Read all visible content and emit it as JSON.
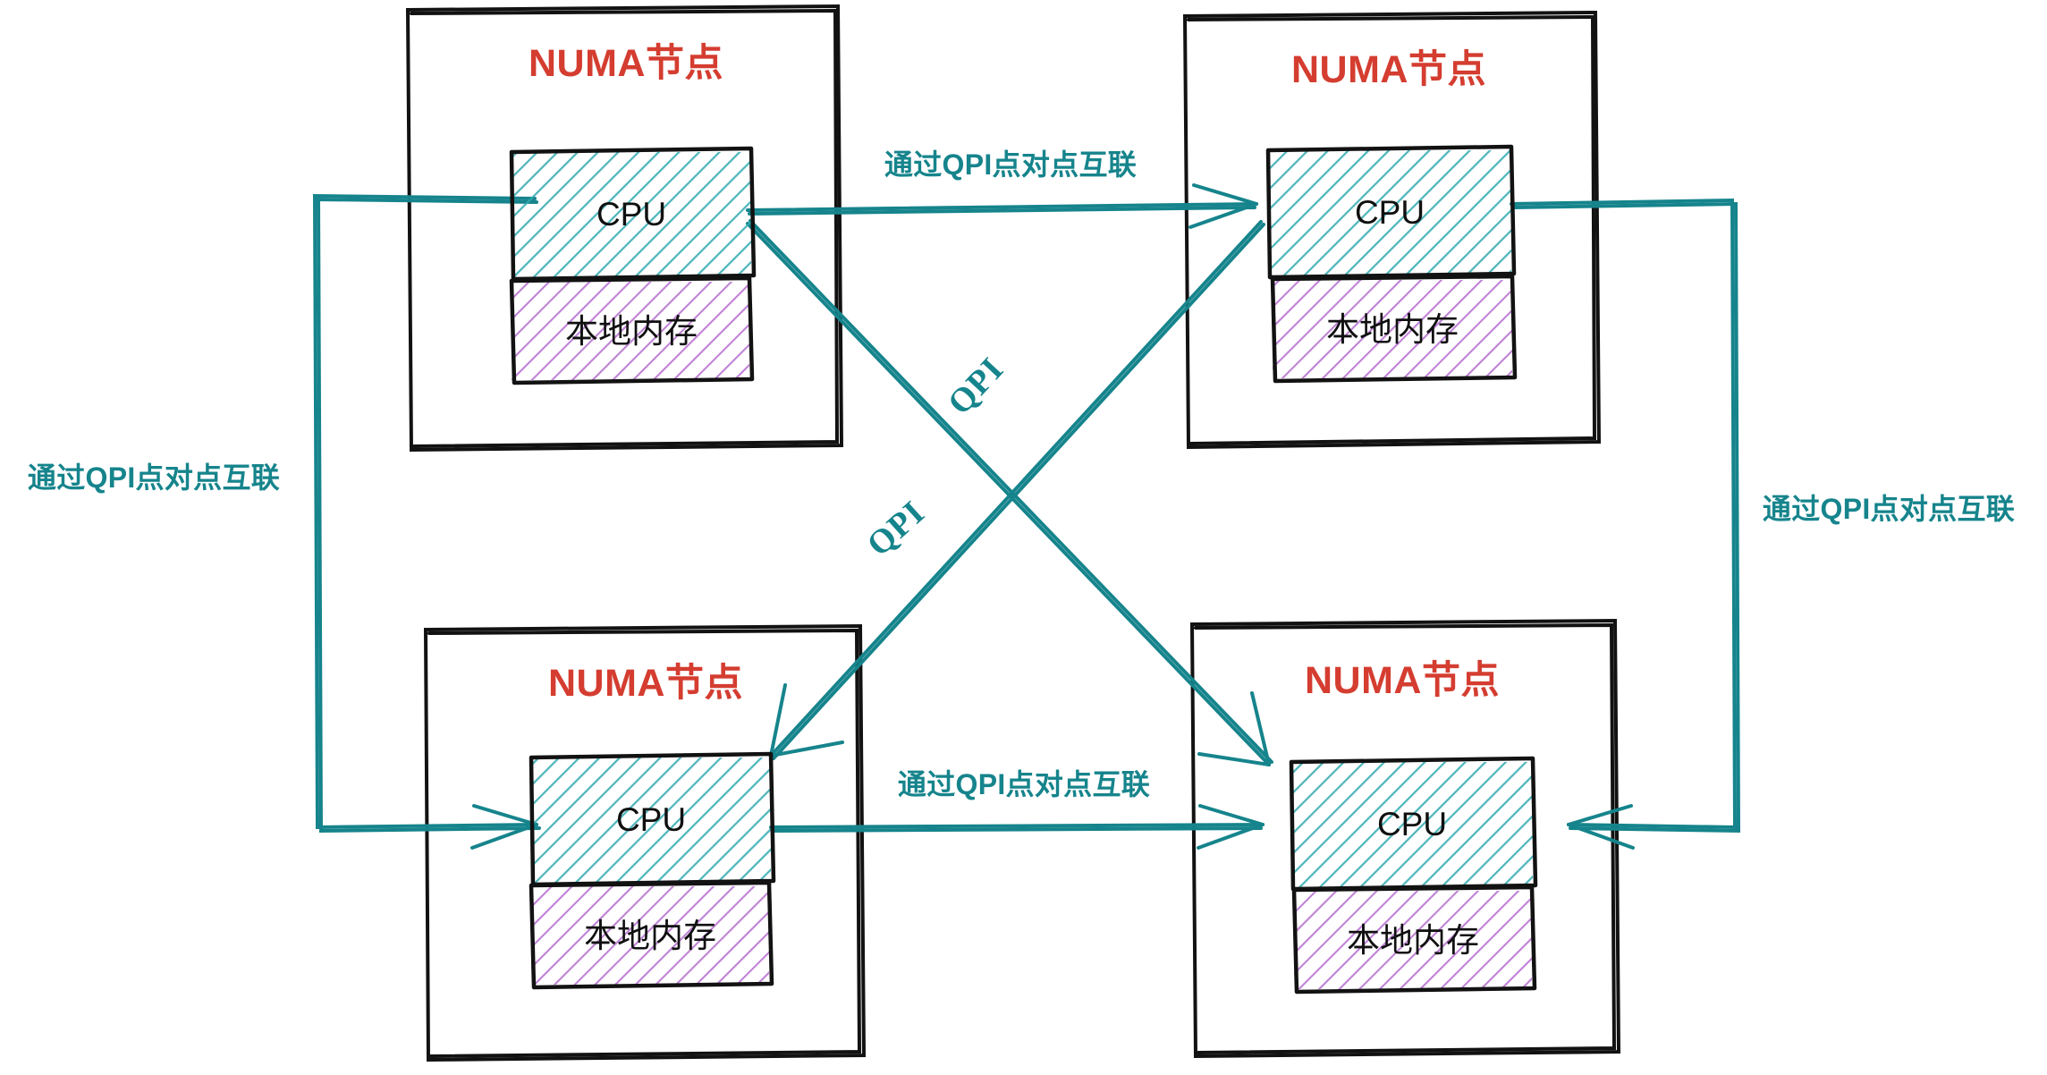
{
  "diagram": {
    "title_color": "#d43d30",
    "accent_color": "#16848c",
    "cpu_fill_color": "#30a9b0",
    "memory_fill_color": "#b063cc",
    "outline_color": "#121212",
    "background_color": "#ffffff"
  },
  "nodes": [
    {
      "id": "node-top-left",
      "title": "NUMA节点",
      "cpu_label": "CPU",
      "memory_label": "本地内存"
    },
    {
      "id": "node-top-right",
      "title": "NUMA节点",
      "cpu_label": "CPU",
      "memory_label": "本地内存"
    },
    {
      "id": "node-bottom-left",
      "title": "NUMA节点",
      "cpu_label": "CPU",
      "memory_label": "本地内存"
    },
    {
      "id": "node-bottom-right",
      "title": "NUMA节点",
      "cpu_label": "CPU",
      "memory_label": "本地内存"
    }
  ],
  "links": [
    {
      "id": "link-top",
      "label": "通过QPI点对点互联"
    },
    {
      "id": "link-left",
      "label": "通过QPI点对点互联"
    },
    {
      "id": "link-right",
      "label": "通过QPI点对点互联"
    },
    {
      "id": "link-bottom",
      "label": "通过QPI点对点互联"
    },
    {
      "id": "link-diagonal-down-left",
      "label": "QPI"
    },
    {
      "id": "link-diagonal-down-right",
      "label": "QPI"
    }
  ]
}
